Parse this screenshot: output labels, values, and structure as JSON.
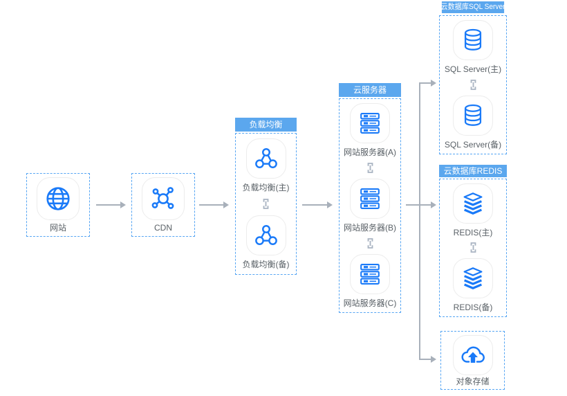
{
  "nodes": {
    "website": {
      "label": "网站",
      "icon": "globe-icon"
    },
    "cdn": {
      "label": "CDN",
      "icon": "network-hub-icon"
    },
    "oss": {
      "label": "对象存储",
      "icon": "cloud-upload-icon"
    }
  },
  "groups": {
    "slb": {
      "title": "负载均衡",
      "nodes": [
        {
          "label": "负载均衡(主)",
          "icon": "load-balancer-icon"
        },
        {
          "label": "负载均衡(备)",
          "icon": "load-balancer-icon"
        }
      ]
    },
    "ecs": {
      "title": "云服务器",
      "nodes": [
        {
          "label": "网站服务器(A)",
          "icon": "server-icon"
        },
        {
          "label": "网站服务器(B)",
          "icon": "server-icon"
        },
        {
          "label": "网站服务器(C)",
          "icon": "server-icon"
        }
      ]
    },
    "sqlserver": {
      "title": "云数据库SQL Server",
      "nodes": [
        {
          "label": "SQL Server(主)",
          "icon": "database-icon"
        },
        {
          "label": "SQL Server(备)",
          "icon": "database-icon"
        }
      ]
    },
    "redis": {
      "title": "云数据库REDIS",
      "nodes": [
        {
          "label": "REDIS(主)",
          "icon": "layers-icon"
        },
        {
          "label": "REDIS(备)",
          "icon": "layers-icon"
        }
      ]
    }
  },
  "edges": [
    {
      "from": "网站",
      "to": "CDN"
    },
    {
      "from": "CDN",
      "to": "负载均衡"
    },
    {
      "from": "负载均衡",
      "to": "云服务器"
    },
    {
      "from": "云服务器",
      "to": "云数据库SQL Server"
    },
    {
      "from": "云服务器",
      "to": "云数据库REDIS"
    },
    {
      "from": "云服务器",
      "to": "对象存储"
    }
  ],
  "colors": {
    "accent": "#1a7af8",
    "group_header_bg": "#5ba7ee",
    "dashed_border": "#55a5f3",
    "connector": "#a8b0ba",
    "label_text": "#596066"
  }
}
